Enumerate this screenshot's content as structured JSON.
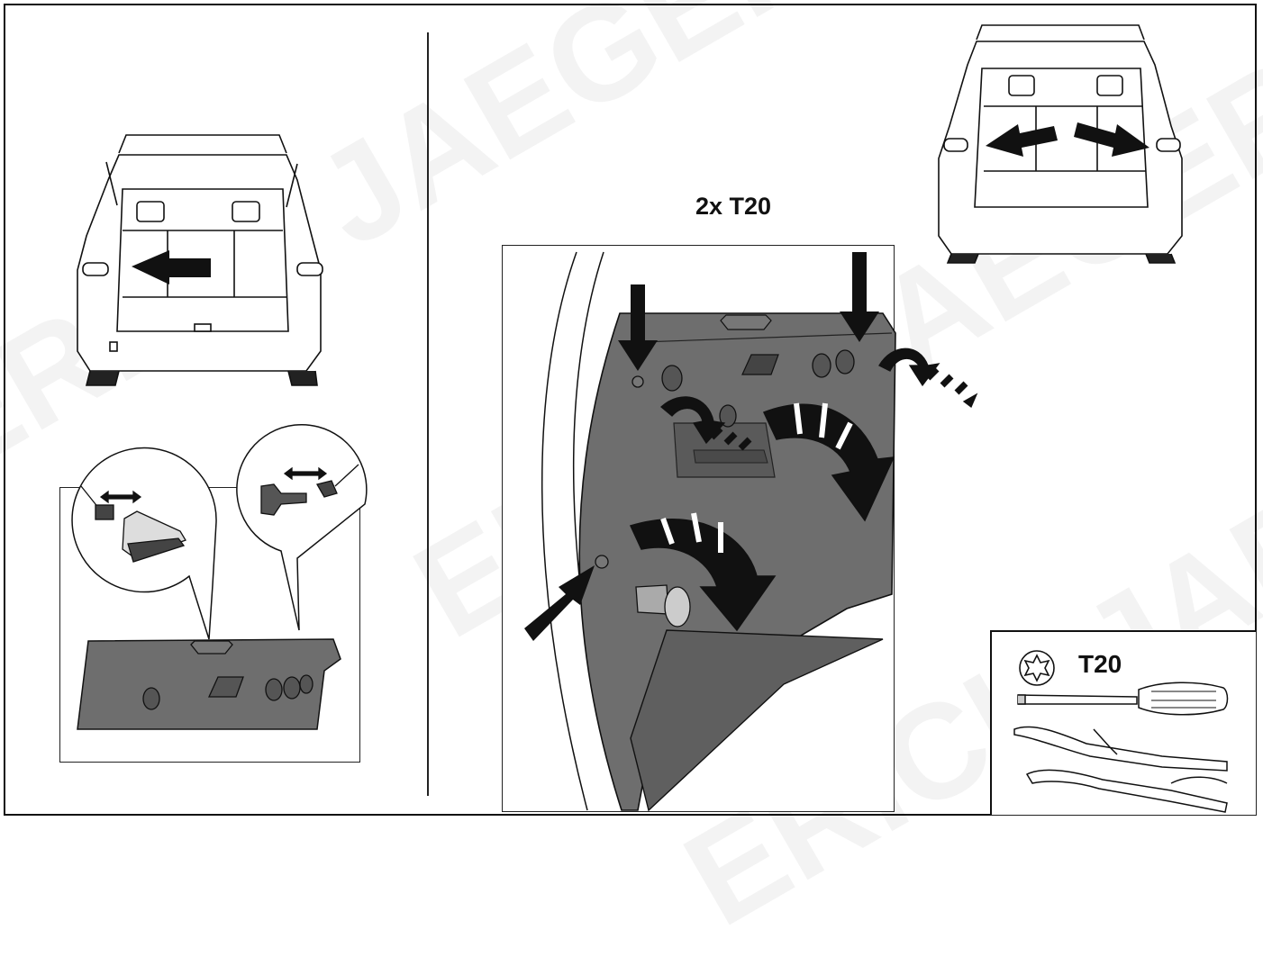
{
  "labels": {
    "screw_count": "2x T20",
    "tool_name": "T20"
  },
  "watermark": {
    "brand": "ERICH JAEGER"
  },
  "icons": [
    "car-rear-view-icon",
    "torx-bit-icon",
    "screwdriver-icon",
    "trim-removal-pliers-icon",
    "push-clip-icon"
  ],
  "colors": {
    "panel_fill": "#6e6e6e",
    "outline": "#111111",
    "background": "#ffffff"
  }
}
